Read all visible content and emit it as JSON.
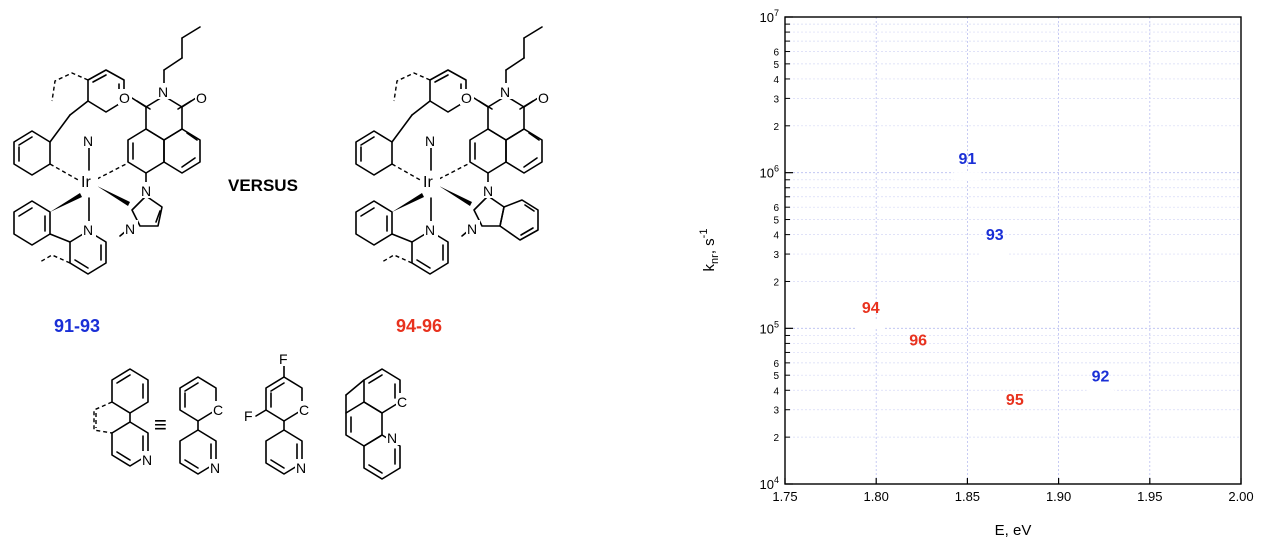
{
  "left_panel": {
    "versus_label": "VERSUS",
    "group_1_label": "91-93",
    "group_2_label": "94-96",
    "group_1_color": "#1a2fd6",
    "group_2_color": "#e8321e",
    "metal_symbol": "Ir",
    "nitrogen_symbol": "N",
    "oxygen_symbol": "O",
    "fluorine_symbol": "F",
    "carbon_symbol": "C",
    "equivalence_symbol": "≡"
  },
  "chart_data": {
    "type": "scatter",
    "xlabel": "E, eV",
    "ylabel_main": "k",
    "ylabel_sub": "nr",
    "ylabel_rest": ", s",
    "ylabel_sup": "-1",
    "xlim": [
      1.75,
      2.0
    ],
    "ylim": [
      10000,
      10000000
    ],
    "yscale": "log",
    "grid": true,
    "x_ticks": [
      "1.75",
      "1.80",
      "1.85",
      "1.90",
      "1.95",
      "2.00"
    ],
    "y_decades": [
      {
        "base": "10",
        "exp": "4",
        "value": 10000
      },
      {
        "base": "10",
        "exp": "5",
        "value": 100000
      },
      {
        "base": "10",
        "exp": "6",
        "value": 1000000
      },
      {
        "base": "10",
        "exp": "7",
        "value": 10000000
      }
    ],
    "y_minor_labels": [
      "2",
      "3",
      "4",
      "5",
      "6"
    ],
    "points": [
      {
        "label": "91",
        "x": 1.85,
        "y": 950000,
        "color": "#1a2fd6"
      },
      {
        "label": "93",
        "x": 1.865,
        "y": 310000,
        "color": "#1a2fd6"
      },
      {
        "label": "92",
        "x": 1.923,
        "y": 38000,
        "color": "#1a2fd6"
      },
      {
        "label": "94",
        "x": 1.797,
        "y": 105000,
        "color": "#e8321e"
      },
      {
        "label": "96",
        "x": 1.823,
        "y": 65000,
        "color": "#e8321e"
      },
      {
        "label": "95",
        "x": 1.876,
        "y": 27000,
        "color": "#e8321e"
      }
    ]
  }
}
